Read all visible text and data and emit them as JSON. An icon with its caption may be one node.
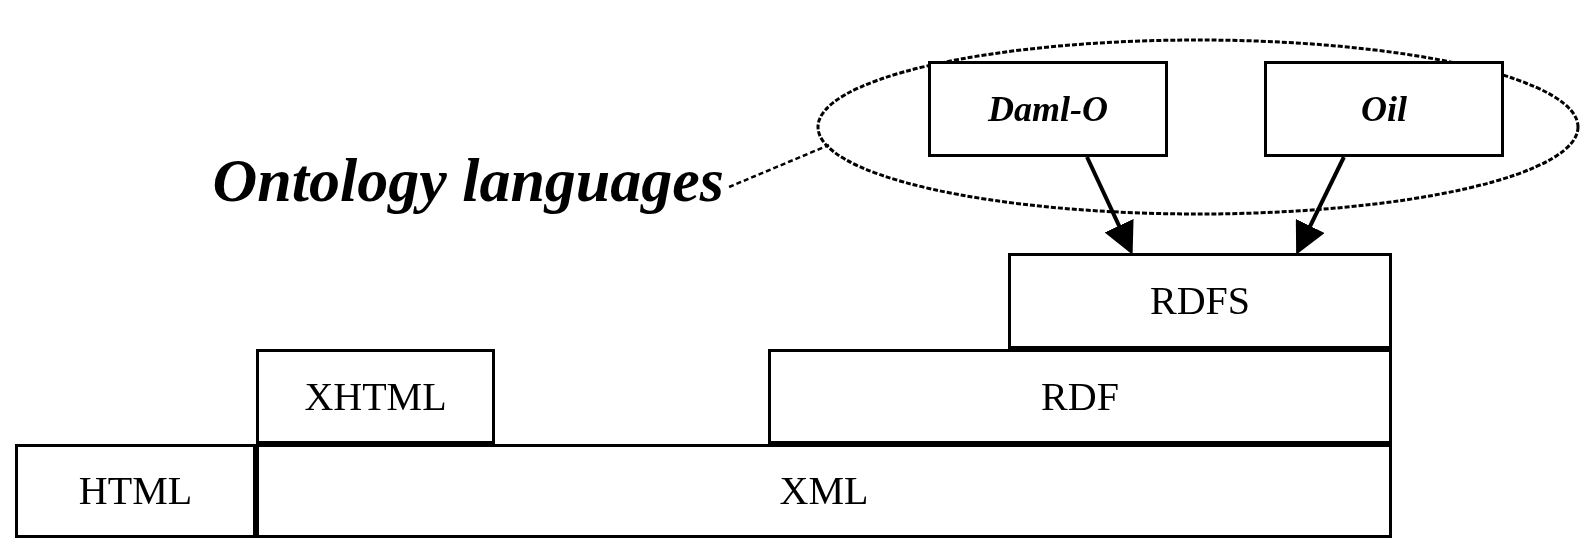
{
  "diagram": {
    "nodes": [
      {
        "text": [],
        "shape": "ellipse"
      },
      {
        "text": [
          "Daml-O"
        ],
        "in": 0
      },
      {
        "text": [
          "Oil"
        ],
        "in": 0
      },
      {
        "text": [
          "Ontology languages"
        ]
      },
      {
        "text": [
          "RDFS"
        ]
      },
      {
        "text": [
          "XHTML"
        ]
      },
      {
        "text": [
          "RDF"
        ]
      },
      {
        "text": [
          "HTML"
        ]
      },
      {
        "text": [
          "XML"
        ]
      }
    ],
    "edges": [
      {
        "from": 1,
        "to": 4,
        "arrow": "to"
      },
      {
        "from": 2,
        "to": 4,
        "arrow": "to"
      },
      {
        "from": 3,
        "to": 0,
        "arrow": "none",
        "style": "dashed"
      }
    ]
  }
}
